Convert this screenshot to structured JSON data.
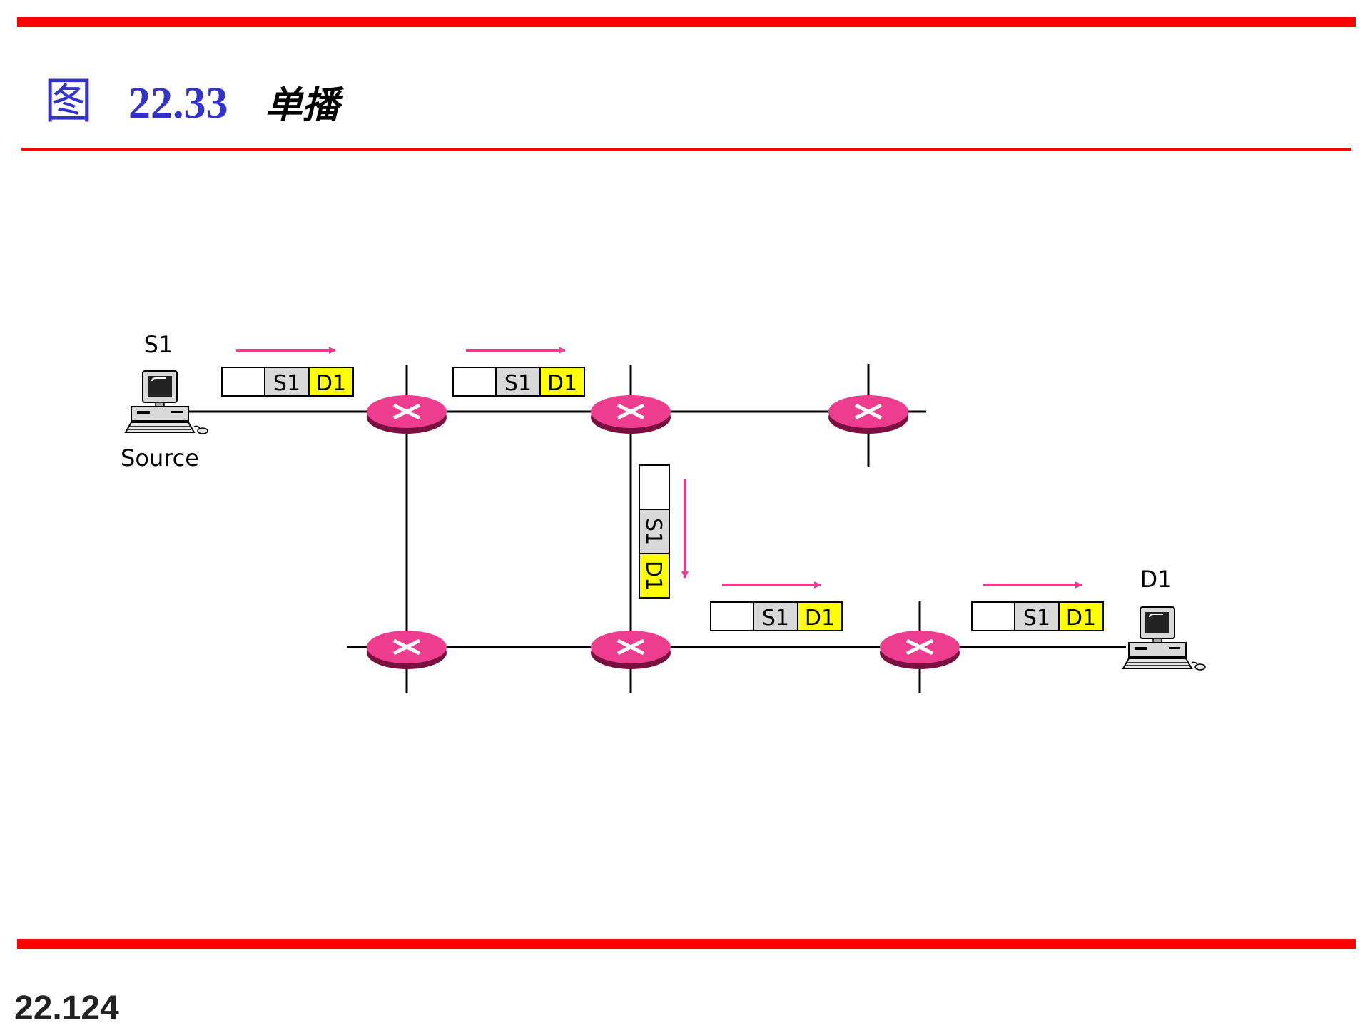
{
  "slide": {
    "title_prefix": "图",
    "figure_number": "22.33",
    "figure_name": "单播",
    "page_number": "22.124"
  },
  "diagram": {
    "source_host": {
      "label": "S1",
      "caption": "Source"
    },
    "destination_host": {
      "label": "D1"
    },
    "packet": {
      "source_field": "S1",
      "dest_field": "D1"
    },
    "colors": {
      "router": "#ee3d8f",
      "router_dark": "#7a1040",
      "arrow": "#ee3d8f",
      "dest_field": "#ffff00",
      "source_field": "#d9d9d9",
      "rule": "#ff0000",
      "title": "#3333cc"
    }
  }
}
